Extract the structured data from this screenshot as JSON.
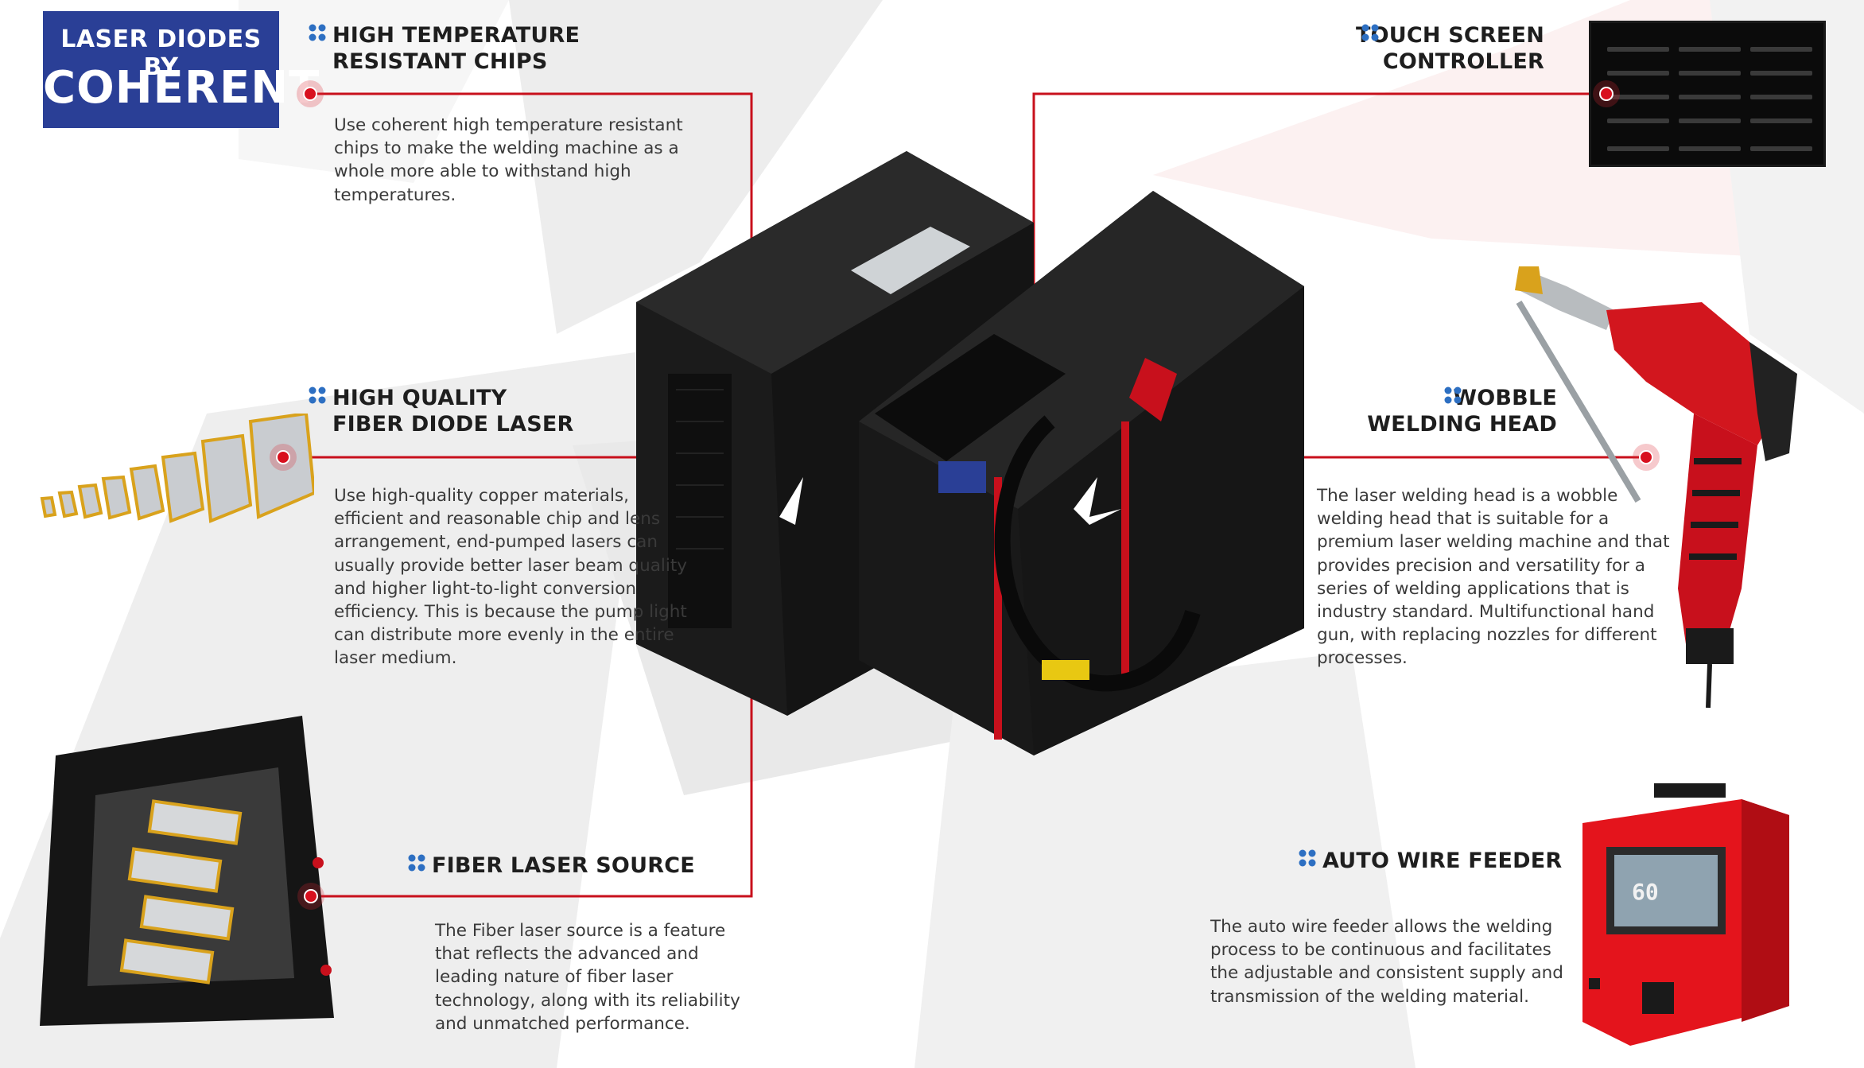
{
  "logo": {
    "line1": "LASER DIODES BY",
    "line2": "COHERENT",
    "background": "#2a3f96"
  },
  "colors": {
    "accent_red": "#d8101e",
    "marker_blue": "#2d6fc2",
    "heading": "#1e1e1e",
    "body_text": "#3a3a3a"
  },
  "sections": {
    "chips": {
      "title_lines": [
        "HIGH TEMPERATURE",
        "RESISTANT CHIPS"
      ],
      "description_lines": [
        "Use coherent high temperature resistant",
        "chips to make the welding machine as a",
        "whole more able to withstand high",
        "temperatures."
      ]
    },
    "fiber_diode": {
      "title_lines": [
        "HIGH QUALITY",
        "FIBER DIODE LASER"
      ],
      "description_lines": [
        "Use high-quality copper materials,",
        "efficient and reasonable chip and lens",
        "arrangement, end-pumped lasers can",
        "usually provide better laser beam quality",
        "and higher light-to-light conversion",
        "efficiency. This is because the pump light",
        "can distribute more evenly in the entire",
        "laser medium."
      ]
    },
    "fiber_source": {
      "title_lines": [
        "FIBER LASER SOURCE"
      ],
      "description_lines": [
        "The Fiber laser source is a feature",
        "that reflects the advanced and",
        "leading nature of fiber laser",
        "technology, along with its reliability",
        "and unmatched performance."
      ]
    },
    "touch_screen": {
      "title_lines": [
        "TOUCH SCREEN",
        "CONTROLLER"
      ]
    },
    "wobble": {
      "title_lines": [
        "WOBBLE",
        "WELDING HEAD"
      ],
      "description_lines": [
        "The laser welding head is a wobble",
        "welding head that is suitable for a",
        "premium laser welding machine and that",
        "provides precision and versatility for a",
        "series of welding applications that is",
        "industry standard. Multifunctional hand",
        "gun, with replacing nozzles for different",
        "processes."
      ]
    },
    "wire_feeder": {
      "title_lines": [
        "AUTO WIRE FEEDER"
      ],
      "description_lines": [
        "The auto wire feeder allows the welding",
        "process to be continuous and facilitates",
        "the adjustable and consistent supply and",
        "transmission of the welding material."
      ],
      "display_value": "60"
    }
  },
  "icons": [
    "four-dot-marker-icon",
    "callout-dot-icon",
    "laser-star-logo-icon"
  ]
}
